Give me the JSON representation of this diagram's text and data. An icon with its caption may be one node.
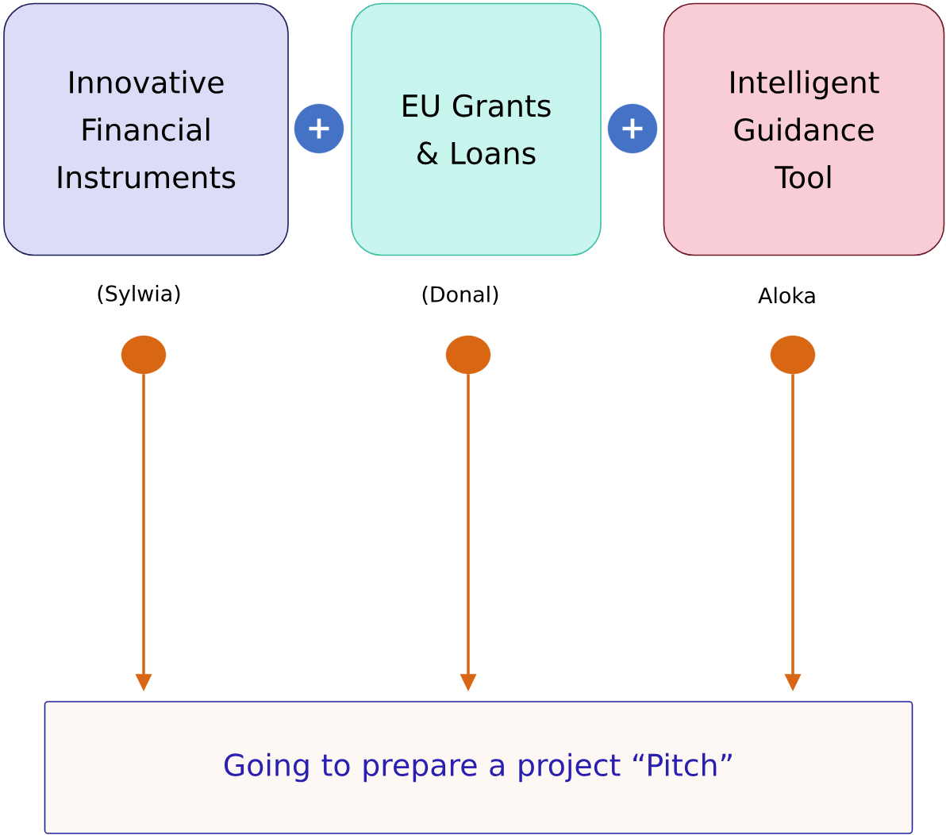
{
  "diagram": {
    "nodes": [
      {
        "text": [
          "Innovative Financial Instruments"
        ],
        "beside": [
          "(Sylwia)"
        ]
      },
      {
        "text": [
          "+"
        ]
      },
      {
        "text": [
          "EU Grants & Loans"
        ],
        "beside": [
          "(Donal)"
        ]
      },
      {
        "text": [
          "+"
        ]
      },
      {
        "text": [
          "Intelligent Guidance Tool"
        ],
        "beside": [
          "Aloka"
        ]
      },
      {
        "text": [],
        "shape": "circle"
      },
      {
        "text": [],
        "shape": "circle"
      },
      {
        "text": [],
        "shape": "circle"
      },
      {
        "text": [
          "Going to prepare a project “Pitch”"
        ]
      }
    ],
    "edges": [
      {
        "from": 5,
        "to": 8,
        "arrow": "to"
      },
      {
        "from": 6,
        "to": 8,
        "arrow": "to"
      },
      {
        "from": 7,
        "to": 8,
        "arrow": "to"
      }
    ]
  }
}
